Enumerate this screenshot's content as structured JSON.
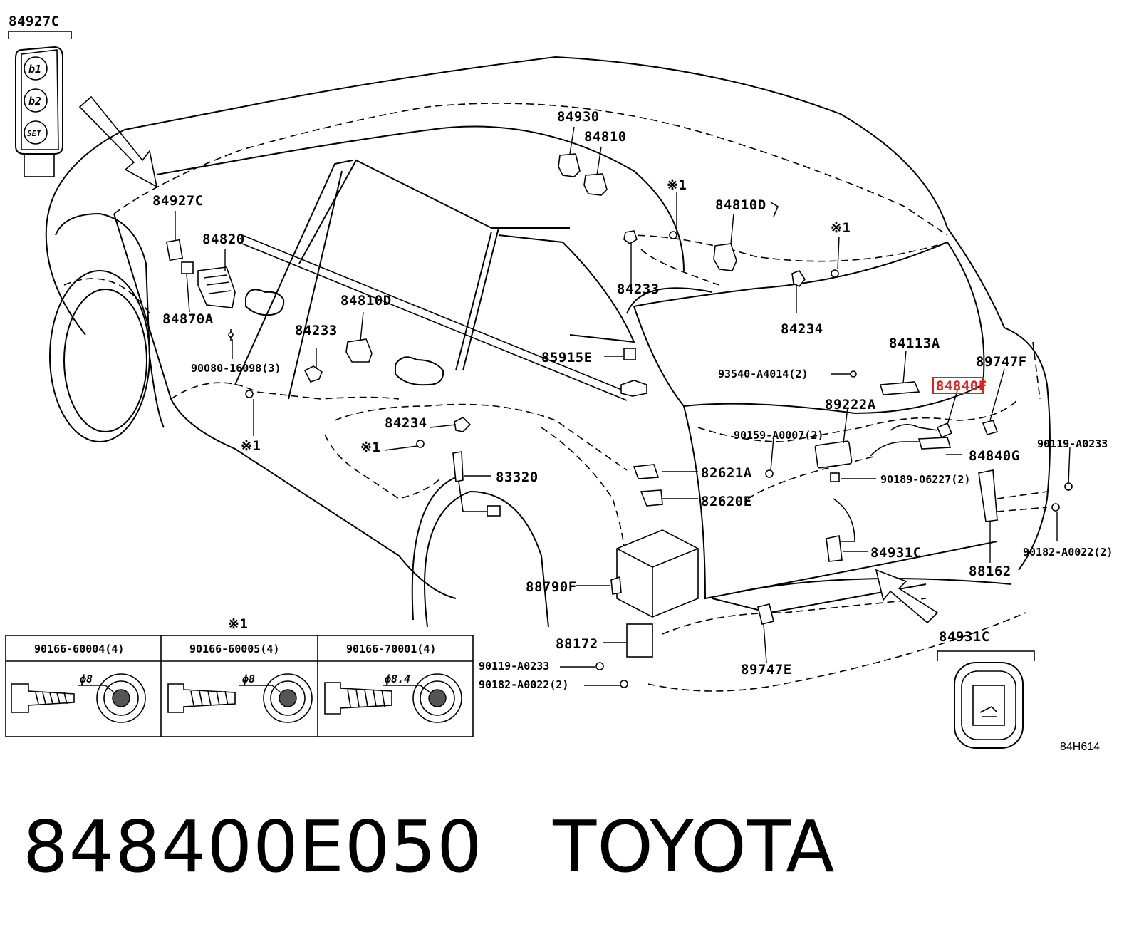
{
  "title": {
    "part_number": "848400E050",
    "brand": "TOYOTA"
  },
  "diagram_code": "84H614",
  "callouts": {
    "c84927C_top": "84927C",
    "c84927C": "84927C",
    "c84820": "84820",
    "c84870A": "84870A",
    "c90080": "90080-16098(3)",
    "c84233_left": "84233",
    "c84810D_left": "84810D",
    "c84234_left": "84234",
    "c84930": "84930",
    "c84810": "84810",
    "c84233_roof": "84233",
    "c84810D_roof": "84810D",
    "c84234_roof": "84234",
    "c85915E": "85915E",
    "c93540": "93540-A4014(2)",
    "c84113A": "84113A",
    "c84840F": "84840F",
    "c89747F": "89747F",
    "c89222A": "89222A",
    "c90159": "90159-A0007(2)",
    "c90119_right": "90119-A0233",
    "c84840G": "84840G",
    "c82621A": "82621A",
    "c82620E": "82620E",
    "c83320": "83320",
    "c90189": "90189-06227(2)",
    "c84931C": "84931C",
    "c90182_right": "90182-A0022(2)",
    "c88162": "88162",
    "c88790F": "88790F",
    "c88172": "88172",
    "c90119_bottom": "90119-A0233",
    "c90182_bottom": "90182-A0022(2)",
    "c89747E": "89747E",
    "c84931C_inset": "84931C",
    "note1_a": "※1",
    "note1_b": "※1",
    "note1_c": "※1",
    "note1_d": "※1",
    "note1_table": "※1"
  },
  "switch_labels": {
    "b1": "b1",
    "b2": "b2",
    "set": "SET"
  },
  "bolt_table": {
    "columns": [
      {
        "part": "90166-60004(4)",
        "dia": "ϕ8"
      },
      {
        "part": "90166-60005(4)",
        "dia": "ϕ8"
      },
      {
        "part": "90166-70001(4)",
        "dia": "ϕ8.4"
      }
    ]
  },
  "highlight_color": "#e02020"
}
